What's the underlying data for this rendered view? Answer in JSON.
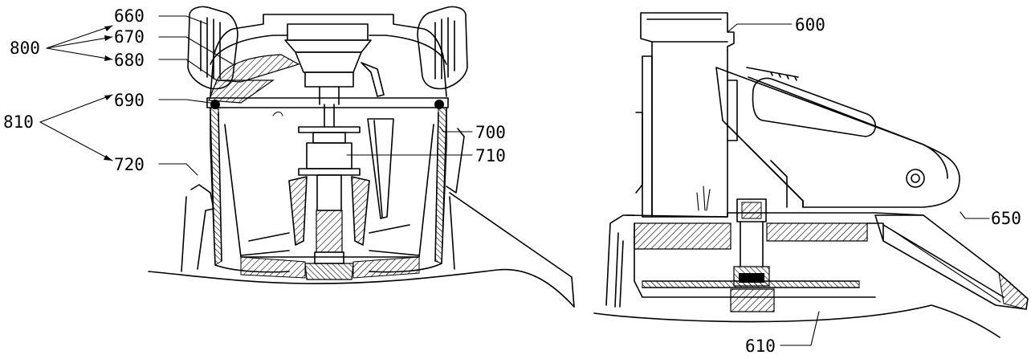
{
  "labels": {
    "l660": "660",
    "l670": "670",
    "l680": "680",
    "l800": "800",
    "l690": "690",
    "l810": "810",
    "l720": "720",
    "l700": "700",
    "l710": "710",
    "l600": "600",
    "l650": "650",
    "l610": "610"
  }
}
